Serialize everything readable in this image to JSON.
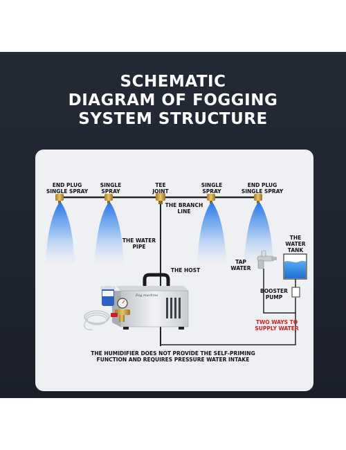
{
  "title": {
    "line1": "SCHEMATIC",
    "line2": "DIAGRAM OF FOGGING",
    "line3": "SYSTEM STRUCTURE"
  },
  "labels": {
    "end_plug_left_1": "END PLUG",
    "end_plug_left_2": "SINGLE SPRAY",
    "single_spray_left_1": "SINGLE",
    "single_spray_left_2": "SPRAY",
    "tee_joint_1": "TEE",
    "tee_joint_2": "JOINT",
    "single_spray_right_1": "SINGLE",
    "single_spray_right_2": "SPRAY",
    "end_plug_right_1": "END PLUG",
    "end_plug_right_2": "SINGLE SPRAY",
    "branch_line_1": "THE BRANCH",
    "branch_line_2": "LINE",
    "water_pipe_1": "THE WATER",
    "water_pipe_2": "PIPE",
    "host": "THE HOST",
    "tap_water_1": "TAP",
    "tap_water_2": "WATER",
    "water_tank_1": "THE",
    "water_tank_2": "WATER",
    "water_tank_3": "TANK",
    "booster_pump_1": "BOOSTER",
    "booster_pump_2": "PUMP",
    "two_ways_1": "TWO WAYS TO",
    "two_ways_2": "SUPPLY WATER",
    "note_1": "THE HUMIDIFIER DOES NOT PROVIDE THE SELF-PRIMING",
    "note_2": "FUNCTION AND REQUIRES PRESSURE WATER INTAKE",
    "machine_brand": "Fog machine"
  },
  "colors": {
    "background_band": "#1e2430",
    "panel": "#eef0f3",
    "spray": "#2f7ee8",
    "highlight": "#d81e1e",
    "water": "#2b8fe0"
  }
}
